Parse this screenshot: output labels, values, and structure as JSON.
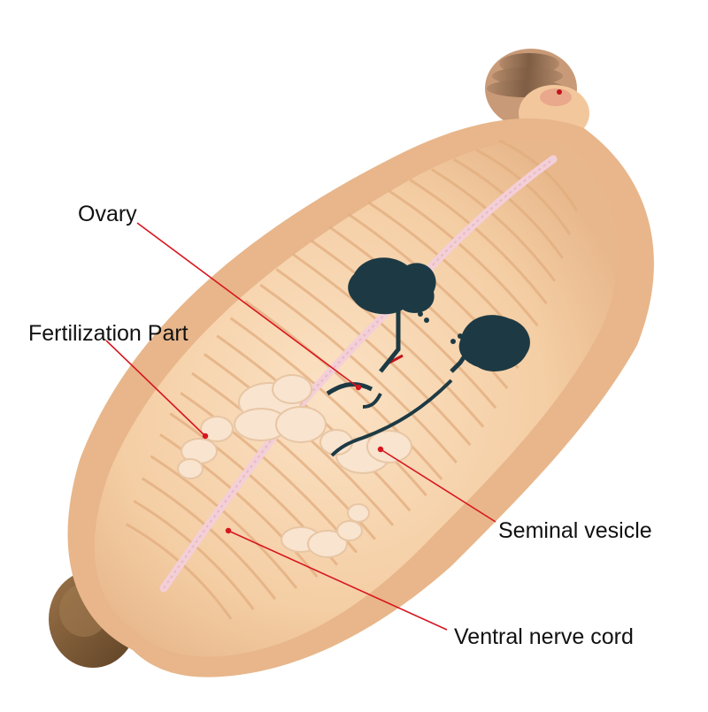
{
  "labels": {
    "ovary": "Ovary",
    "fertilization_part": "Fertilization Part",
    "seminal_vesicle": "Seminal vesicle",
    "ventral_nerve_cord": "Ventral nerve cord"
  },
  "colors": {
    "leader_line": "#d8161f",
    "body_flesh": "#f6d3ab",
    "septa": "#e9b98c",
    "nerve_cord": "#f6d6de",
    "dark_organs": "#1d3a44",
    "cream_organs": "#f8e4cf",
    "brown_ends": "#7a5a3a",
    "text": "#111111"
  },
  "icons": [
    "earthworm-model"
  ]
}
